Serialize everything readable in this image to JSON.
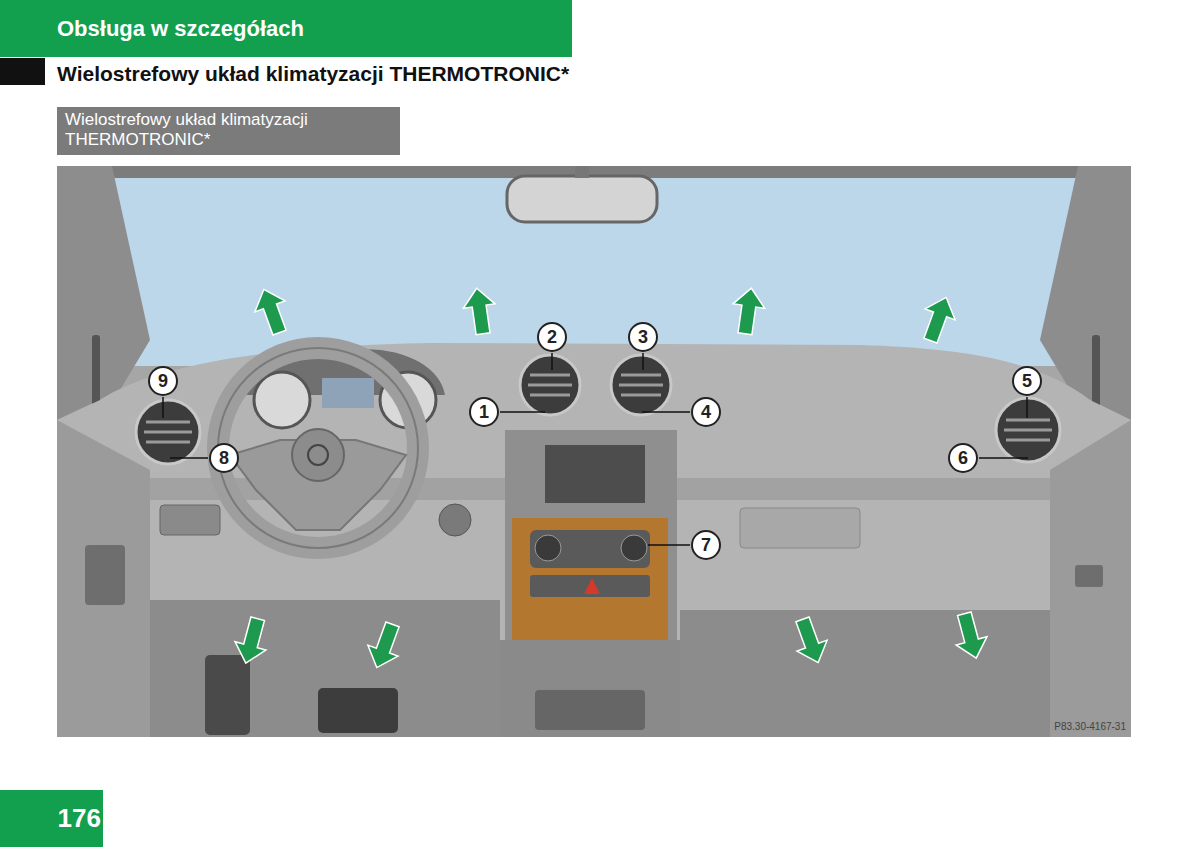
{
  "diagram": {
    "title": "Wielostrefowy układ klimatyzacji THERMOTRONIC*",
    "nodes": [
      {
        "text": [
          "Obsługa w szczegółach"
        ]
      },
      {
        "text": [
          "Wielostrefowy układ klimatyzacji THERMOTRONIC*"
        ]
      },
      {
        "text": [
          "1"
        ]
      },
      {
        "text": [
          "2"
        ]
      },
      {
        "text": [
          "3"
        ]
      },
      {
        "text": [
          "4"
        ]
      },
      {
        "text": [
          "5"
        ]
      },
      {
        "text": [
          "6"
        ]
      },
      {
        "text": [
          "7"
        ]
      },
      {
        "text": [
          "8"
        ]
      },
      {
        "text": [
          "9"
        ]
      },
      {
        "text": [
          "176"
        ]
      }
    ],
    "edges": [],
    "labels": [
      "P83.30-4167-31"
    ]
  }
}
